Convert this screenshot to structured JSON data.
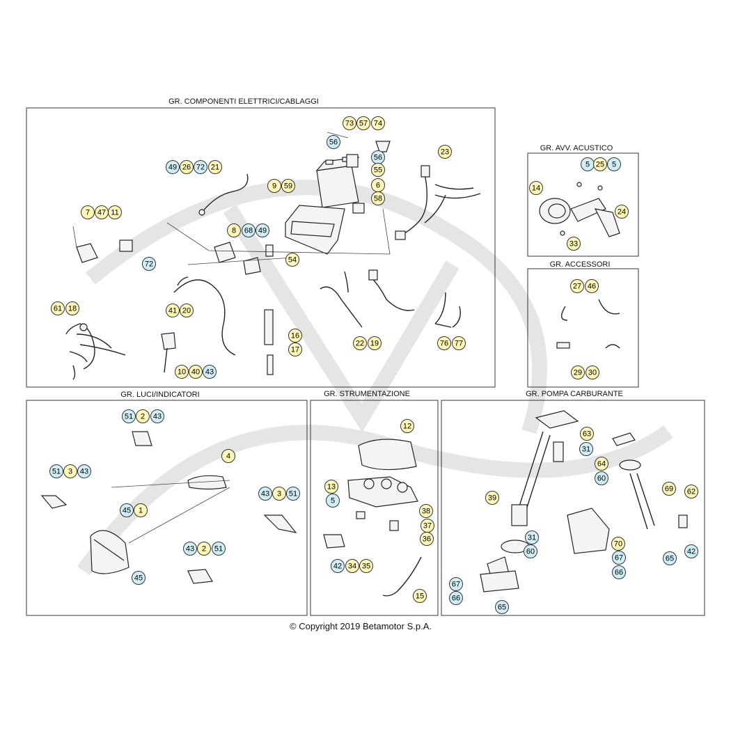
{
  "sections": {
    "electrical": "GR. COMPONENTI ELETTRICI/CABLAGGI",
    "horn": "GR. AVV. ACUSTICO",
    "accessories": "GR. ACCESSORI",
    "lights": "GR. LUCI/INDICATORI",
    "instruments": "GR. STRUMENTAZIONE",
    "fuel_pump": "GR. POMPA CARBURANTE"
  },
  "copyright": "© Copyright 2019 Betamotor S.p.A.",
  "callouts": [
    {
      "n": "73",
      "c": "y"
    },
    {
      "n": "57",
      "c": "y"
    },
    {
      "n": "74",
      "c": "y"
    },
    {
      "n": "56",
      "c": "b"
    },
    {
      "n": "56",
      "c": "b"
    },
    {
      "n": "55",
      "c": "y"
    },
    {
      "n": "23",
      "c": "y"
    },
    {
      "n": "49",
      "c": "b"
    },
    {
      "n": "26",
      "c": "y"
    },
    {
      "n": "72",
      "c": "b"
    },
    {
      "n": "21",
      "c": "y"
    },
    {
      "n": "9",
      "c": "y"
    },
    {
      "n": "59",
      "c": "y"
    },
    {
      "n": "6",
      "c": "y"
    },
    {
      "n": "58",
      "c": "y"
    },
    {
      "n": "7",
      "c": "y"
    },
    {
      "n": "47",
      "c": "y"
    },
    {
      "n": "11",
      "c": "y"
    },
    {
      "n": "72",
      "c": "b"
    },
    {
      "n": "8",
      "c": "y"
    },
    {
      "n": "68",
      "c": "b"
    },
    {
      "n": "49",
      "c": "b"
    },
    {
      "n": "54",
      "c": "y"
    },
    {
      "n": "41",
      "c": "y"
    },
    {
      "n": "20",
      "c": "y"
    },
    {
      "n": "61",
      "c": "y"
    },
    {
      "n": "18",
      "c": "y"
    },
    {
      "n": "16",
      "c": "y"
    },
    {
      "n": "17",
      "c": "y"
    },
    {
      "n": "10",
      "c": "y"
    },
    {
      "n": "40",
      "c": "y"
    },
    {
      "n": "43",
      "c": "b"
    },
    {
      "n": "22",
      "c": "y"
    },
    {
      "n": "19",
      "c": "y"
    },
    {
      "n": "76",
      "c": "y"
    },
    {
      "n": "77",
      "c": "y"
    },
    {
      "n": "5",
      "c": "b"
    },
    {
      "n": "25",
      "c": "y"
    },
    {
      "n": "5",
      "c": "b"
    },
    {
      "n": "14",
      "c": "y"
    },
    {
      "n": "24",
      "c": "y"
    },
    {
      "n": "33",
      "c": "y"
    },
    {
      "n": "27",
      "c": "y"
    },
    {
      "n": "46",
      "c": "y"
    },
    {
      "n": "29",
      "c": "y"
    },
    {
      "n": "30",
      "c": "y"
    },
    {
      "n": "51",
      "c": "b"
    },
    {
      "n": "2",
      "c": "y"
    },
    {
      "n": "43",
      "c": "b"
    },
    {
      "n": "4",
      "c": "y"
    },
    {
      "n": "51",
      "c": "b"
    },
    {
      "n": "3",
      "c": "y"
    },
    {
      "n": "43",
      "c": "b"
    },
    {
      "n": "43",
      "c": "b"
    },
    {
      "n": "3",
      "c": "y"
    },
    {
      "n": "51",
      "c": "b"
    },
    {
      "n": "45",
      "c": "b"
    },
    {
      "n": "1",
      "c": "y"
    },
    {
      "n": "45",
      "c": "b"
    },
    {
      "n": "43",
      "c": "b"
    },
    {
      "n": "2",
      "c": "y"
    },
    {
      "n": "51",
      "c": "b"
    },
    {
      "n": "12",
      "c": "y"
    },
    {
      "n": "13",
      "c": "y"
    },
    {
      "n": "5",
      "c": "b"
    },
    {
      "n": "38",
      "c": "y"
    },
    {
      "n": "37",
      "c": "y"
    },
    {
      "n": "36",
      "c": "y"
    },
    {
      "n": "42",
      "c": "b"
    },
    {
      "n": "34",
      "c": "y"
    },
    {
      "n": "35",
      "c": "y"
    },
    {
      "n": "15",
      "c": "y"
    },
    {
      "n": "63",
      "c": "y"
    },
    {
      "n": "31",
      "c": "b"
    },
    {
      "n": "64",
      "c": "y"
    },
    {
      "n": "60",
      "c": "b"
    },
    {
      "n": "39",
      "c": "y"
    },
    {
      "n": "69",
      "c": "y"
    },
    {
      "n": "62",
      "c": "y"
    },
    {
      "n": "31",
      "c": "b"
    },
    {
      "n": "60",
      "c": "b"
    },
    {
      "n": "70",
      "c": "y"
    },
    {
      "n": "67",
      "c": "b"
    },
    {
      "n": "65",
      "c": "b"
    },
    {
      "n": "42",
      "c": "b"
    },
    {
      "n": "66",
      "c": "b"
    },
    {
      "n": "67",
      "c": "b"
    },
    {
      "n": "66",
      "c": "b"
    },
    {
      "n": "65",
      "c": "b"
    }
  ],
  "colors": {
    "callout_yellow": "#fff7b8",
    "callout_blue": "#cfeef6",
    "line": "#222222"
  }
}
